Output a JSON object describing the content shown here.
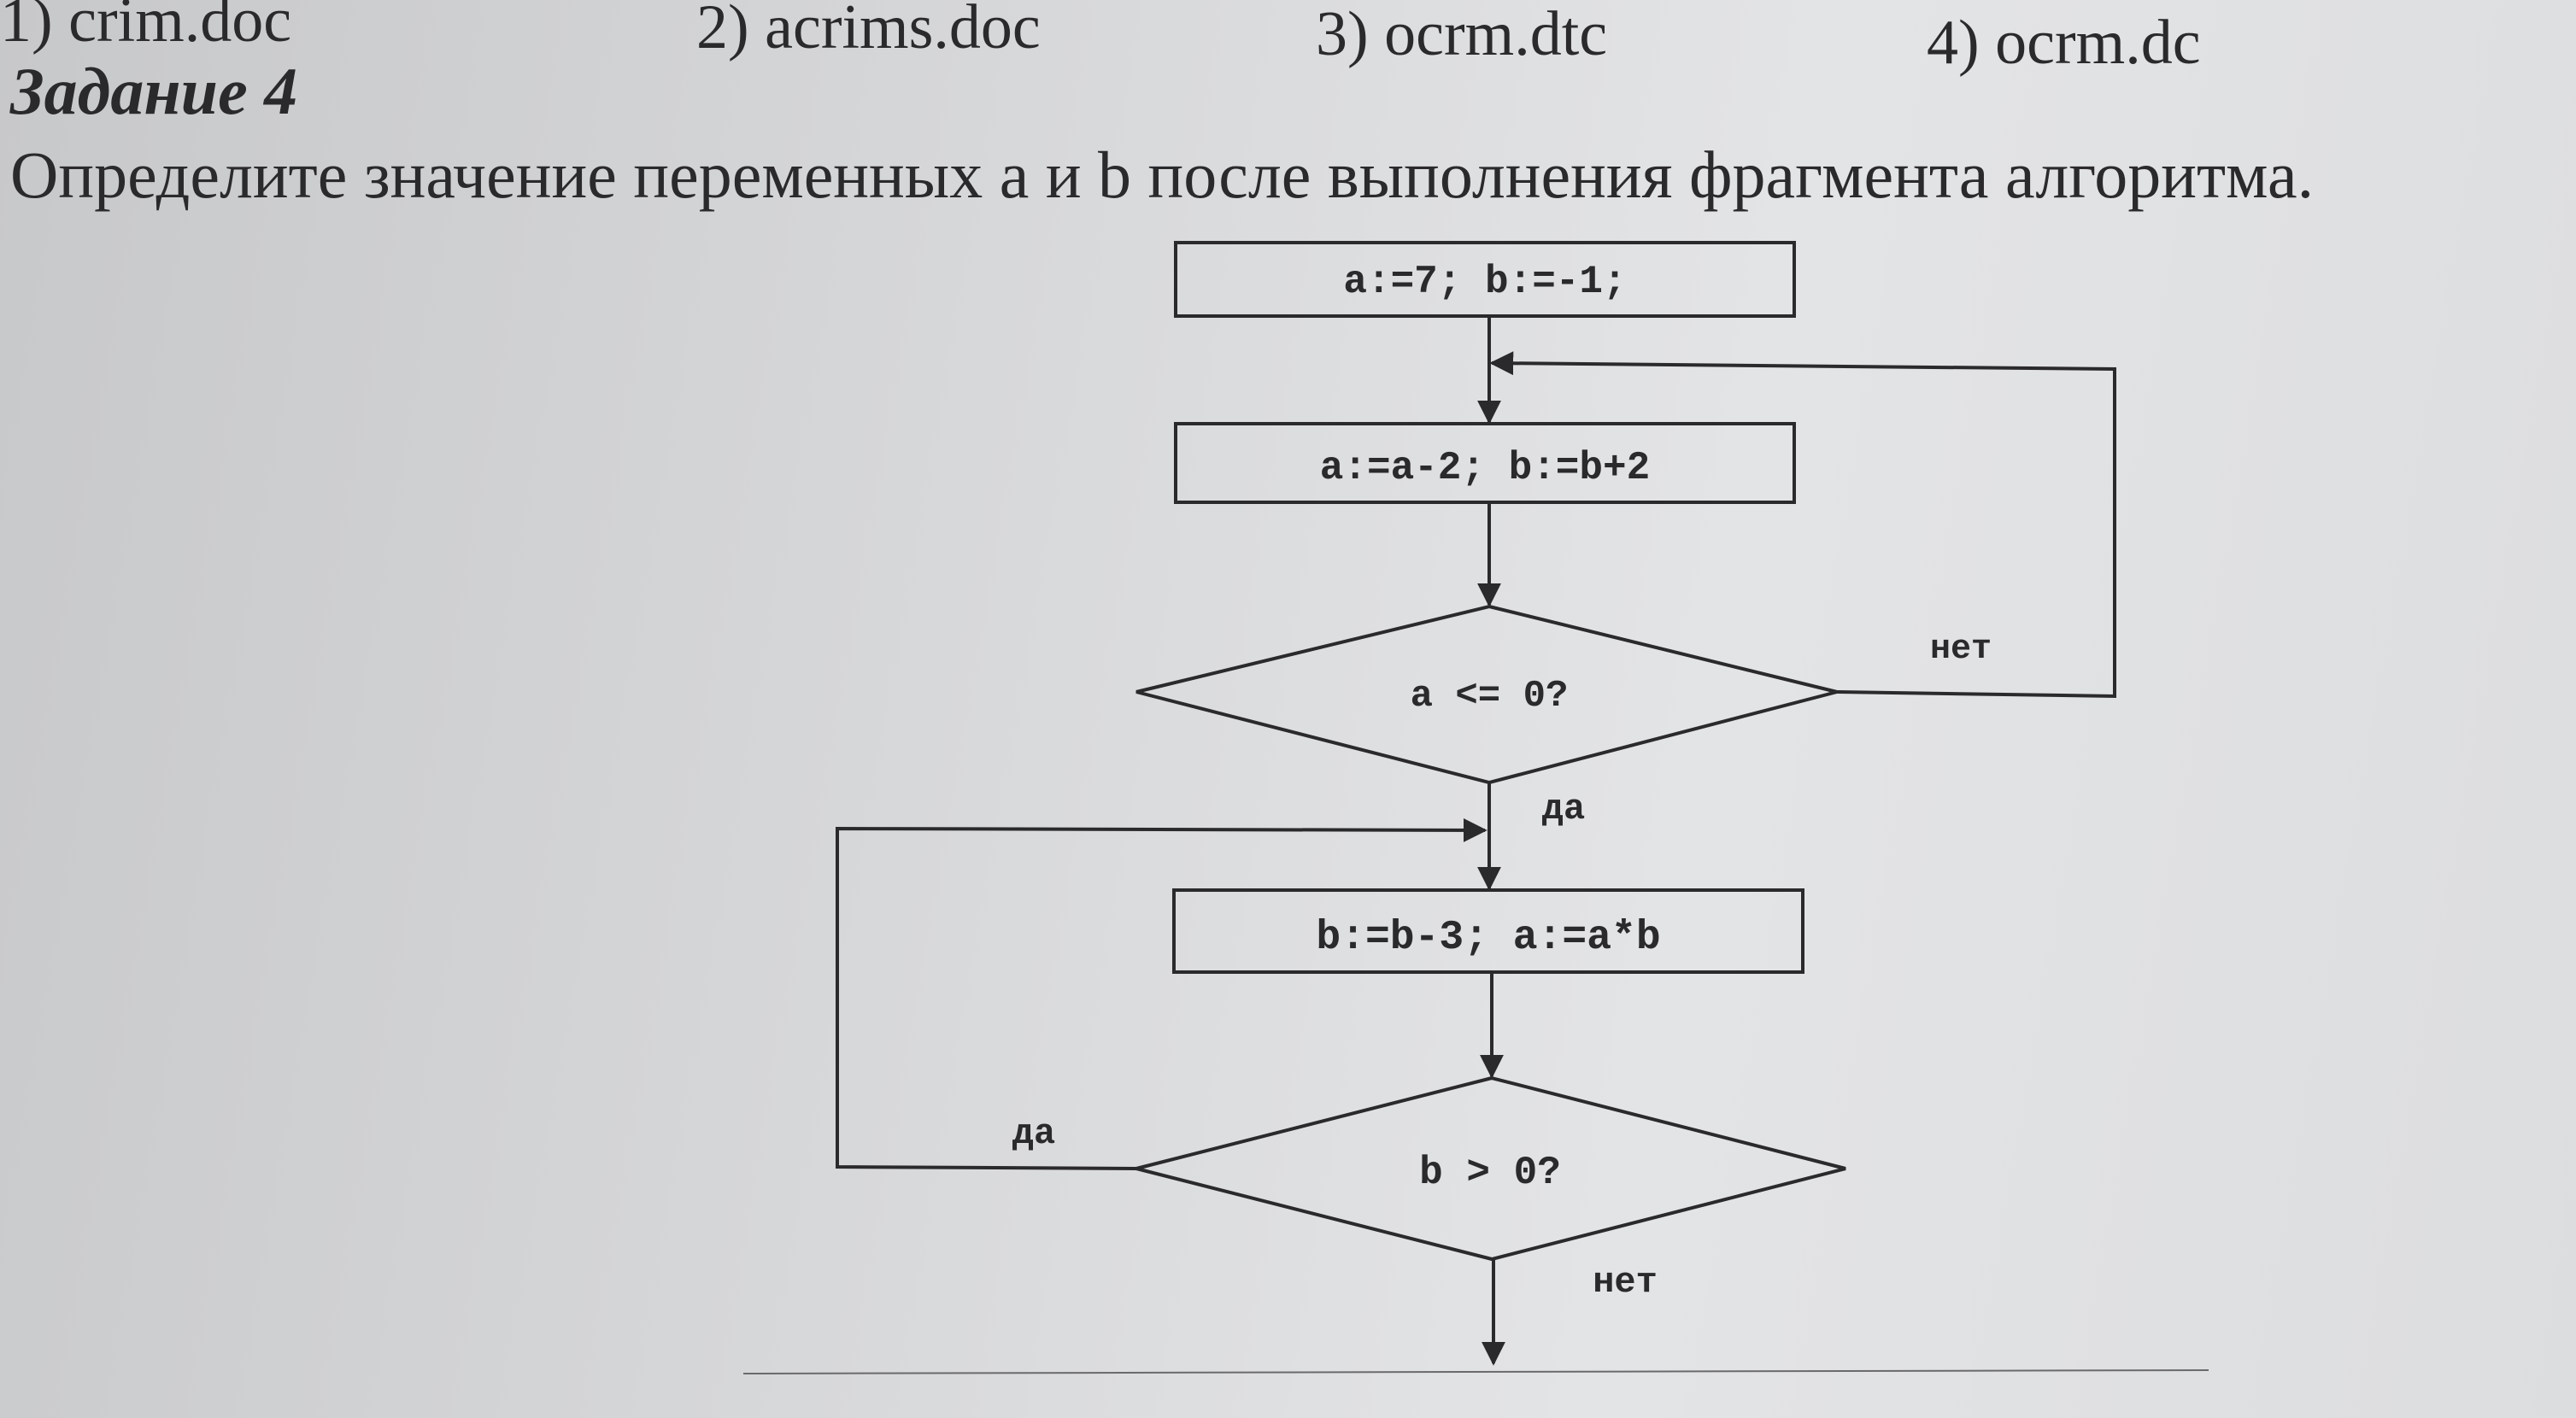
{
  "prev_task_answers": [
    "1) crim.doc",
    "2) acrims.doc",
    "3) ocrm.dtc",
    "4) ocrm.dc"
  ],
  "task": {
    "title": "Задание 4",
    "question": "Определите значение переменных a и b после выполнения фрагмента алгоритма."
  },
  "flowchart": {
    "init": "a:=7; b:=-1;",
    "loop1_body": "a:=a-2; b:=b+2",
    "cond1": "a <= 0?",
    "cond1_no": "нет",
    "cond1_yes": "да",
    "loop2_body": "b:=b-3; a:=a*b",
    "cond2": "b > 0?",
    "cond2_yes": "да",
    "cond2_no": "нет"
  },
  "colors": {
    "ink": "#2a2a2c",
    "paper": "#dcdddf"
  }
}
